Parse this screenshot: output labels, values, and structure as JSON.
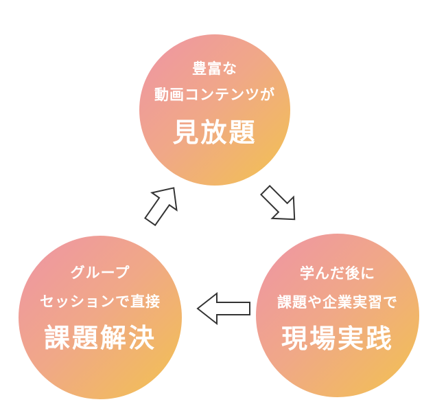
{
  "nodes": {
    "top": {
      "line1": "豊富な",
      "line2": "動画コンテンツが",
      "line3": "見放題"
    },
    "left": {
      "line1": "グループ",
      "line2": "セッションで直接",
      "line3": "課題解決"
    },
    "right": {
      "line1": "学んだ後に",
      "line2": "課題や企業実習で",
      "line3": "現場実践"
    }
  },
  "colors": {
    "gradient_pink": "#ee94a6",
    "gradient_peach": "#f0a887",
    "gradient_yellow": "#f2c24f",
    "text": "#ffffff",
    "arrow_stroke": "#333333",
    "arrow_fill": "#ffffff"
  },
  "arrows": [
    {
      "name": "arrow-top-to-right",
      "direction": "down-right"
    },
    {
      "name": "arrow-right-to-left",
      "direction": "left"
    },
    {
      "name": "arrow-left-to-top",
      "direction": "up-right"
    }
  ]
}
